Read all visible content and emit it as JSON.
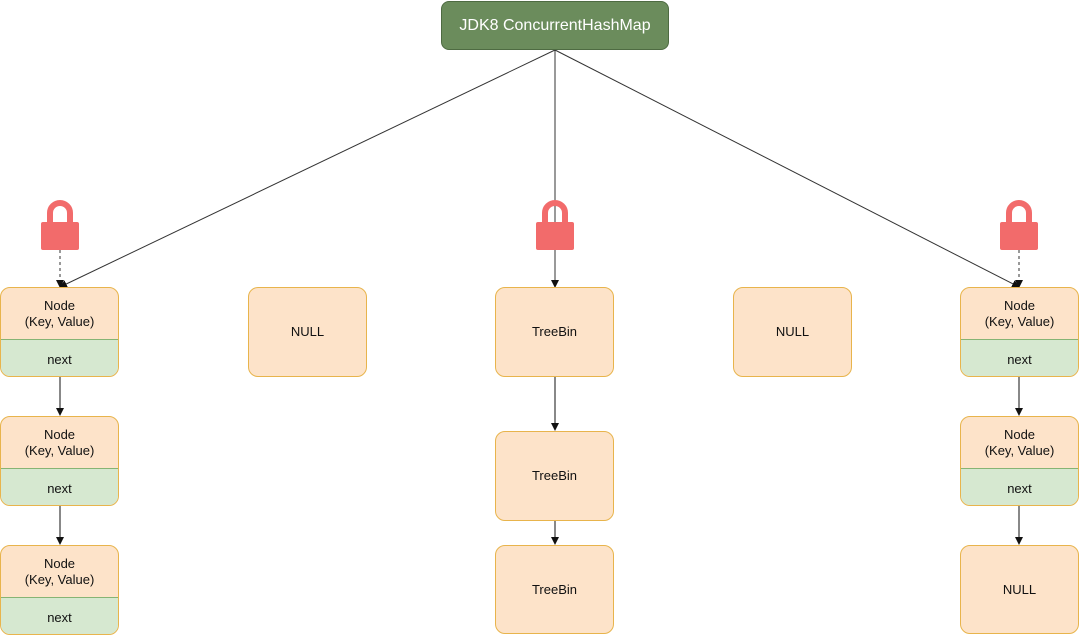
{
  "root": {
    "label": "JDK8 ConcurrentHashMap"
  },
  "node": {
    "line1": "Node",
    "line2": "(Key, Value)",
    "next": "next"
  },
  "null_label": "NULL",
  "treebin_label": "TreeBin",
  "colors": {
    "root_fill": "#6b8c5c",
    "node_fill": "#fde3c9",
    "node_border": "#e8b44c",
    "next_fill": "#d6e8d0",
    "lock": "#f26b6b"
  },
  "icons": [
    "lock-icon"
  ]
}
